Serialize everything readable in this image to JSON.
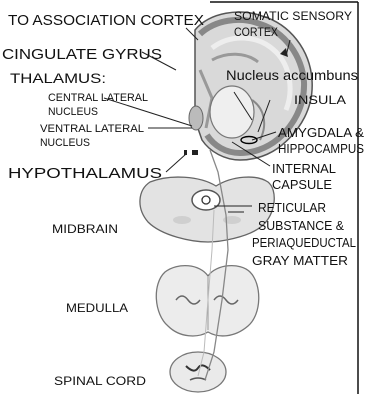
{
  "labels": {
    "association_cortex": "TO ASSOCIATION CORTEX",
    "somatic_sensory_1": "SOMATIC SENSORY",
    "somatic_sensory_2": "CORTEX",
    "cingulate_gyrus": "CINGULATE GYRUS",
    "thalamus": "THALAMUS:",
    "central_lateral_1": "CENTRAL LATERAL",
    "central_lateral_2": "NUCLEUS",
    "ventral_lateral_1": "VENTRAL LATERAL",
    "ventral_lateral_2": "NUCLEUS",
    "nucleus_accumbens": "Nucleus accumbuns",
    "insula": "INSULA",
    "amygdala_1": "AMYGDALA &",
    "amygdala_2": "HIPPOCAMPUS",
    "internal_capsule_1": "INTERNAL",
    "internal_capsule_2": "CAPSULE",
    "hypothalamus": "HYPOTHALAMUS",
    "reticular_1": "RETICULAR",
    "reticular_2": "SUBSTANCE &",
    "reticular_3": "PERIAQUEDUCTAL",
    "reticular_4": "GRAY MATTER",
    "midbrain": "MIDBRAIN",
    "medulla": "MEDULLA",
    "spinal_cord": "SPINAL CORD"
  }
}
